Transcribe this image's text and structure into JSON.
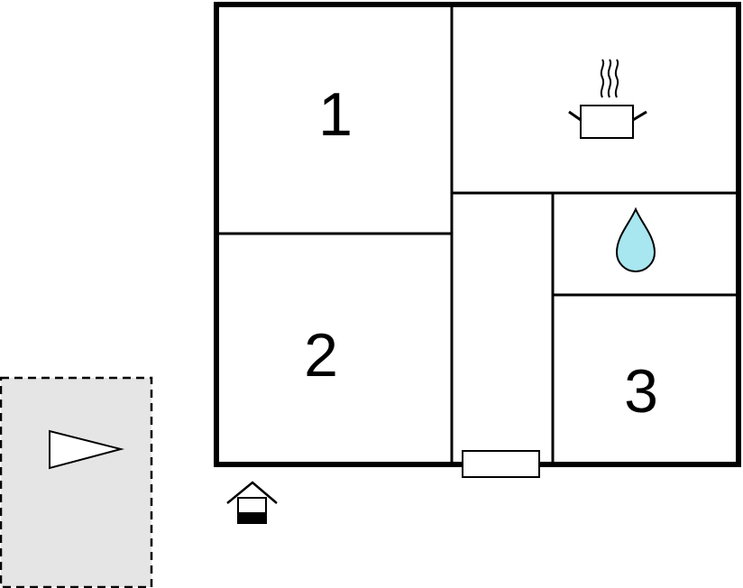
{
  "plan": {
    "wall_color": "#000000",
    "background_color": "#ffffff",
    "rooms": [
      {
        "label": "1",
        "type": "bedroom"
      },
      {
        "label": "2",
        "type": "bedroom"
      },
      {
        "label": "3",
        "type": "bedroom"
      }
    ],
    "kitchen": {
      "icon": "cooking-pot-icon"
    },
    "bathroom": {
      "icon": "water-drop-icon",
      "icon_color": "#a8e6f0"
    },
    "entrance": {
      "icon": "entrance-door-icon"
    },
    "house_marker": {
      "icon": "house-entrance-icon"
    },
    "outdoor_area": {
      "icon": "direction-arrow-icon",
      "fill_color": "#e5e5e5"
    }
  }
}
